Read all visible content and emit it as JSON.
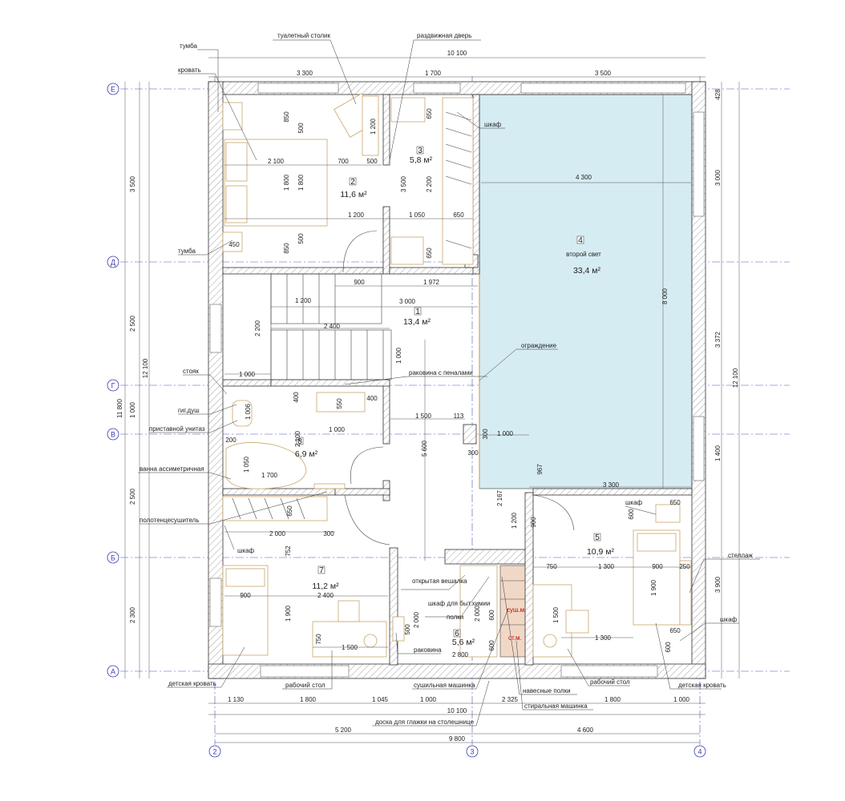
{
  "axes": {
    "rows": [
      "Е",
      "Д",
      "Г",
      "В",
      "Б",
      "А"
    ],
    "cols": [
      "2",
      "3",
      "4"
    ]
  },
  "rooms": [
    {
      "num": "1",
      "area": "13,4 м²"
    },
    {
      "num": "2",
      "area": "11,6 м²"
    },
    {
      "num": "3",
      "area": "5,8 м²"
    },
    {
      "num": "4",
      "name": "второй свет",
      "area": "33,4 м²"
    },
    {
      "num": "5",
      "area": "10,9 м²"
    },
    {
      "num": "6",
      "area": "5,6 м²"
    },
    {
      "num": "7",
      "area": "11,2 м²"
    },
    {
      "num": "8",
      "area": "6,9 м²"
    }
  ],
  "labels": {
    "tumba_top": "тумба",
    "bed": "кровать",
    "toilet_table": "туалетный столик",
    "sliding_door": "раздвижная дверь",
    "wardrobe_3": "шкаф",
    "tumba_bottom": "тумба",
    "railing": "ограждение",
    "sink_cabinets": "раковина с пеналами",
    "riser": "стояк",
    "hyg_shower": "гиг.душ",
    "wall_toilet": "приставной унитаз",
    "asym_bath": "ванна ассиметричная",
    "towel_dryer": "полотенцесушитель",
    "wardrobe_7": "шкаф",
    "open_hanger": "открытая вешалка",
    "chem_cabinet": "шкаф для быт.химии",
    "shelves": "полки",
    "sink_6": "раковина",
    "kids_bed_left": "детская кровать",
    "desk_left": "рабочий стол",
    "dryer": "сушильная машинка",
    "hanging_shelves": "навесные полки",
    "desk_right": "рабочий стол",
    "kids_bed_right": "детская кровать",
    "washer": "стиральная машинка",
    "ironing_board": "доска для глажки на столешнице",
    "wardrobe_5": "шкаф",
    "rack": "стеллаж",
    "wardrobe_5b": "шкаф",
    "dryer_short": "суш.м.",
    "washer_short": "ст.м."
  },
  "dims": {
    "top_total": "10 100",
    "top_1": "3 300",
    "top_2": "1 700",
    "top_3": "3 500",
    "left_1": "3 500",
    "left_2": "2 500",
    "left_3": "1 000",
    "left_4": "2 500",
    "left_5": "2 300",
    "left_total": "12 100",
    "left_total2": "11 800",
    "right_1": "428",
    "right_2": "3 000",
    "right_3": "3 372",
    "right_4": "1 400",
    "right_5": "3 900",
    "right_total": "12 100",
    "bot_1": "1 130",
    "bot_2": "1 800",
    "bot_3": "1 045",
    "bot_4": "1 000",
    "bot_5": "2 325",
    "bot_6": "1 800",
    "bot_7": "1 000",
    "bot_total": "10 100",
    "bot_a": "5 200",
    "bot_b": "4 600",
    "bot_axes": "9 800",
    "i_850a": "850",
    "i_500a": "500",
    "i_1200a": "1 200",
    "i_650a": "650",
    "i_2100": "2 100",
    "i_700": "700",
    "i_500b": "500",
    "i_1800a": "1 800",
    "i_1800b": "1 800",
    "i_3500": "3 500",
    "i_2200a": "2 200",
    "i_4300": "4 300",
    "i_1200b": "1 200",
    "i_1050a": "1 050",
    "i_650b": "650",
    "i_500c": "500",
    "i_850b": "850",
    "i_650c": "650",
    "i_450": "450",
    "i_900a": "900",
    "i_1972": "1 972",
    "i_1200c": "1 200",
    "i_3000": "3 000",
    "i_2200b": "2 200",
    "i_2400a": "2 400",
    "i_1000a": "1 000",
    "i_8000": "8 000",
    "i_1000b": "1 000",
    "i_400a": "400",
    "i_550": "550",
    "i_400b": "400",
    "i_1000c": "1 000",
    "i_1500a": "1 500",
    "i_113": "113",
    "i_300a": "300",
    "i_1000d": "1 000",
    "i_2100b": "2 100",
    "i_5600": "5 600",
    "i_300b": "300",
    "i_967": "967",
    "i_200": "200",
    "i_1050b": "1 050",
    "i_1700": "1 700",
    "i_3300b": "3 300",
    "i_650d": "650",
    "i_2167": "2 167",
    "i_650e": "650",
    "i_600a": "600",
    "i_2000a": "2 000",
    "i_300c": "300",
    "i_1200d": "1 200",
    "i_900b": "900",
    "i_752": "752",
    "i_750a": "750",
    "i_1300a": "1 300",
    "i_900c": "900",
    "i_250": "250",
    "i_900d": "900",
    "i_2400b": "2 400",
    "i_1900a": "1 900",
    "i_2000b": "2 000",
    "i_2000c": "2 000",
    "i_600b": "600",
    "i_1500b": "1 500",
    "i_1900b": "1 900",
    "i_500d": "500",
    "i_750b": "750",
    "i_1500c": "1 500",
    "i_600c": "600",
    "i_1300b": "1 300",
    "i_650f": "650",
    "i_600d": "600",
    "i_2800": "2 800",
    "i_1006": "1 006"
  }
}
